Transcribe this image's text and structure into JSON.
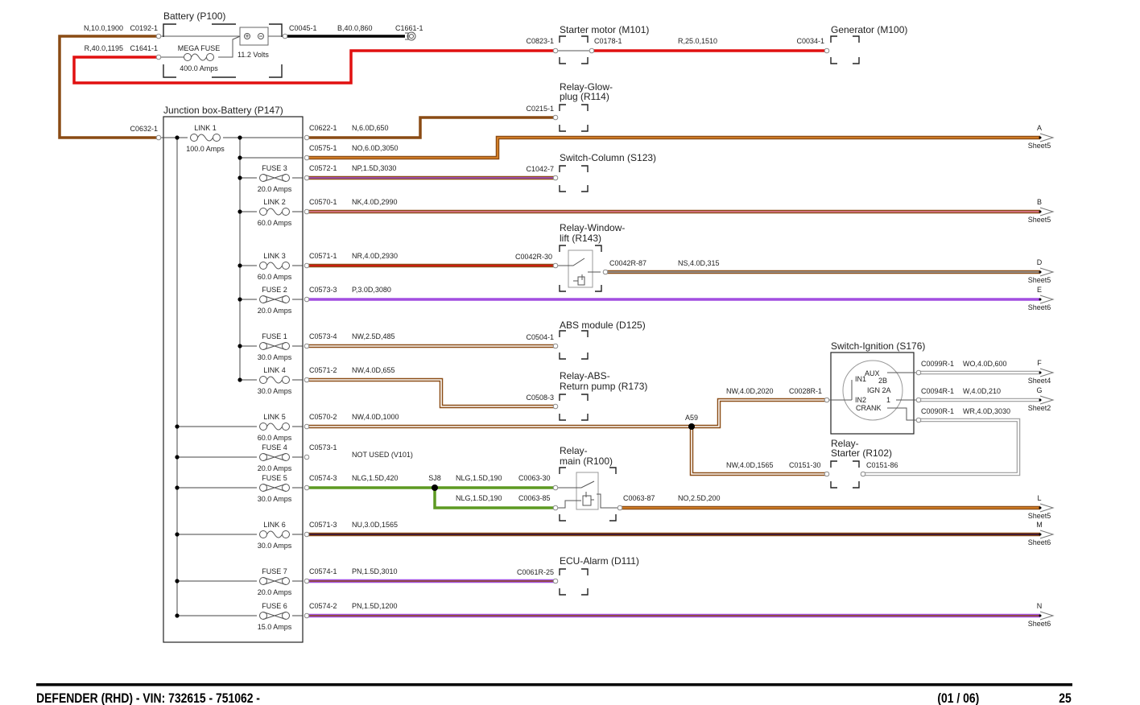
{
  "wire_colors": {
    "N": "#8a4b14",
    "O": "#e58a2a",
    "P": "#a24fe0",
    "K": "#e87aa0",
    "R": "#e11010",
    "W": "#ffffff",
    "S": "#9aa4b0",
    "U": "#2a0a40",
    "LG": "#5d9a22",
    "B": "#000000"
  },
  "battery": {
    "title": "Battery (P100)",
    "fuse_label": "MEGA FUSE",
    "fuse_amps": "400.0 Amps",
    "volts": "11.2 Volts",
    "left_wires": [
      {
        "code": "N,10.0,1900",
        "connector": "C0192-1"
      },
      {
        "code": "R,40.0,1195",
        "connector": "C1641-1"
      }
    ],
    "out_connector": "C0045-1",
    "out_code": "B,40.0,860",
    "ground": "C1661-1"
  },
  "junction_box": {
    "title": "Junction box-Battery (P147)",
    "in_connector": "C0632-1",
    "fuses": [
      {
        "name": "LINK 1",
        "amps": "100.0 Amps"
      },
      {
        "name": "FUSE 3",
        "amps": "20.0 Amps"
      },
      {
        "name": "LINK 2",
        "amps": "60.0 Amps"
      },
      {
        "name": "LINK 3",
        "amps": "60.0 Amps"
      },
      {
        "name": "FUSE 2",
        "amps": "20.0 Amps"
      },
      {
        "name": "FUSE 1",
        "amps": "30.0 Amps"
      },
      {
        "name": "LINK 4",
        "amps": "30.0 Amps"
      },
      {
        "name": "LINK 5",
        "amps": "60.0 Amps"
      },
      {
        "name": "FUSE 4",
        "amps": "20.0 Amps"
      },
      {
        "name": "FUSE 5",
        "amps": "30.0 Amps"
      },
      {
        "name": "LINK 6",
        "amps": "30.0 Amps"
      },
      {
        "name": "FUSE 7",
        "amps": "20.0 Amps"
      },
      {
        "name": "FUSE 6",
        "amps": "15.0 Amps"
      }
    ],
    "outputs": [
      {
        "connector": "C0622-1",
        "code": "N,6.0D,650"
      },
      {
        "connector": "C0575-1",
        "code": "NO,6.0D,3050"
      },
      {
        "connector": "C0572-1",
        "code": "NP,1.5D,3030"
      },
      {
        "connector": "C0570-1",
        "code": "NK,4.0D,2990"
      },
      {
        "connector": "C0571-1",
        "code": "NR,4.0D,2930"
      },
      {
        "connector": "C0573-3",
        "code": "P,3.0D,3080"
      },
      {
        "connector": "C0573-4",
        "code": "NW,2.5D,485"
      },
      {
        "connector": "C0571-2",
        "code": "NW,4.0D,655"
      },
      {
        "connector": "C0570-2",
        "code": "NW,4.0D,1000"
      },
      {
        "connector": "C0573-1",
        "code": "NOT USED (V101)"
      },
      {
        "connector": "C0574-3",
        "code": "NLG,1.5D,420"
      },
      {
        "connector": "C0571-3",
        "code": "NU,3.0D,1565"
      },
      {
        "connector": "C0574-1",
        "code": "PN,1.5D,3010"
      },
      {
        "connector": "C0574-2",
        "code": "PN,1.5D,1200"
      }
    ]
  },
  "components": {
    "starter_motor": {
      "title": "Starter motor (M101)",
      "in": "C0823-1",
      "out": "C0178-1",
      "out_code": "R,25.0,1510"
    },
    "generator": {
      "title": "Generator (M100)",
      "in": "C0034-1"
    },
    "relay_glow": {
      "title_1": "Relay-Glow-",
      "title_2": "plug (R114)",
      "in": "C0215-1"
    },
    "switch_column": {
      "title": "Switch-Column (S123)",
      "in": "C1042-7"
    },
    "relay_window": {
      "title_1": "Relay-Window-",
      "title_2": "lift (R143)",
      "in": "C0042R-30",
      "out": "C0042R-87",
      "out_code": "NS,4.0D,315"
    },
    "abs_module": {
      "title": "ABS module (D125)",
      "in": "C0504-1"
    },
    "relay_abs": {
      "title_1": "Relay-ABS-",
      "title_2": "Return pump (R173)",
      "in": "C0508-3"
    },
    "splice_a59": "A59",
    "switch_ignition": {
      "title": "Switch-Ignition (S176)",
      "in": "C0028R-1",
      "in_code": "NW,4.0D,2020",
      "pins": [
        "AUX",
        "IN1",
        "2B",
        "IGN 2A",
        "IN2",
        "1",
        "CRANK"
      ],
      "outputs": [
        {
          "connector": "C0099R-1",
          "code": "WO,4.0D,600"
        },
        {
          "connector": "C0094R-1",
          "code": "W,4.0D,210"
        },
        {
          "connector": "C0090R-1",
          "code": "WR,4.0D,3030"
        }
      ]
    },
    "relay_starter": {
      "title_1": "Relay-",
      "title_2": "Starter (R102)",
      "in": "C0151-30",
      "in_code": "NW,4.0D,1565",
      "out": "C0151-86"
    },
    "splice_sj8": "SJ8",
    "relay_main": {
      "title_1": "Relay-",
      "title_2": "main (R100)",
      "in_30": "C0063-30",
      "in_30_code": "NLG,1.5D,190",
      "in_85": "C0063-85",
      "in_85_code": "NLG,1.5D,190",
      "out": "C0063-87",
      "out_code": "NO,2.5D,200"
    },
    "ecu_alarm": {
      "title": "ECU-Alarm (D111)",
      "in": "C0061R-25"
    }
  },
  "offsheet": [
    {
      "letter": "A",
      "sheet": "Sheet5"
    },
    {
      "letter": "B",
      "sheet": "Sheet5"
    },
    {
      "letter": "D",
      "sheet": "Sheet5"
    },
    {
      "letter": "E",
      "sheet": "Sheet6"
    },
    {
      "letter": "F",
      "sheet": "Sheet4"
    },
    {
      "letter": "G",
      "sheet": "Sheet2"
    },
    {
      "letter": "L",
      "sheet": "Sheet5"
    },
    {
      "letter": "M",
      "sheet": "Sheet6"
    },
    {
      "letter": "N",
      "sheet": "Sheet6"
    }
  ],
  "footer": {
    "title": "DEFENDER  (RHD) - VIN: 732615 - 751062 -",
    "page_range": "(01 / 06)",
    "page": "25"
  }
}
